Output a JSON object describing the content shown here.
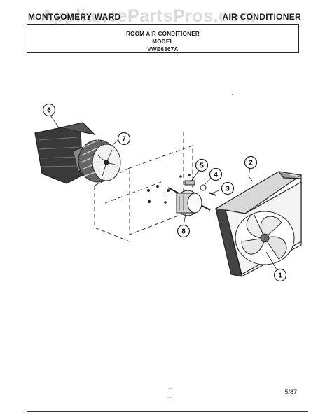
{
  "header": {
    "brand": "MONTGOMERY WARD",
    "category": "AIR CONDITIONER",
    "watermark": "AppliancePartsPros.com"
  },
  "titlebox": {
    "line1": "ROOM AIR CONDITIONER",
    "line2": "MODEL",
    "line3": "VWE6367A"
  },
  "callouts": [
    {
      "label": "1",
      "part": "fan-blade"
    },
    {
      "label": "2",
      "part": "shroud"
    },
    {
      "label": "3",
      "part": "screw"
    },
    {
      "label": "4",
      "part": "washer"
    },
    {
      "label": "5",
      "part": "bracket"
    },
    {
      "label": "6",
      "part": "blower-housing"
    },
    {
      "label": "7",
      "part": "blower-wheel"
    },
    {
      "label": "8",
      "part": "motor"
    }
  ],
  "footer": {
    "date": "5/87"
  }
}
